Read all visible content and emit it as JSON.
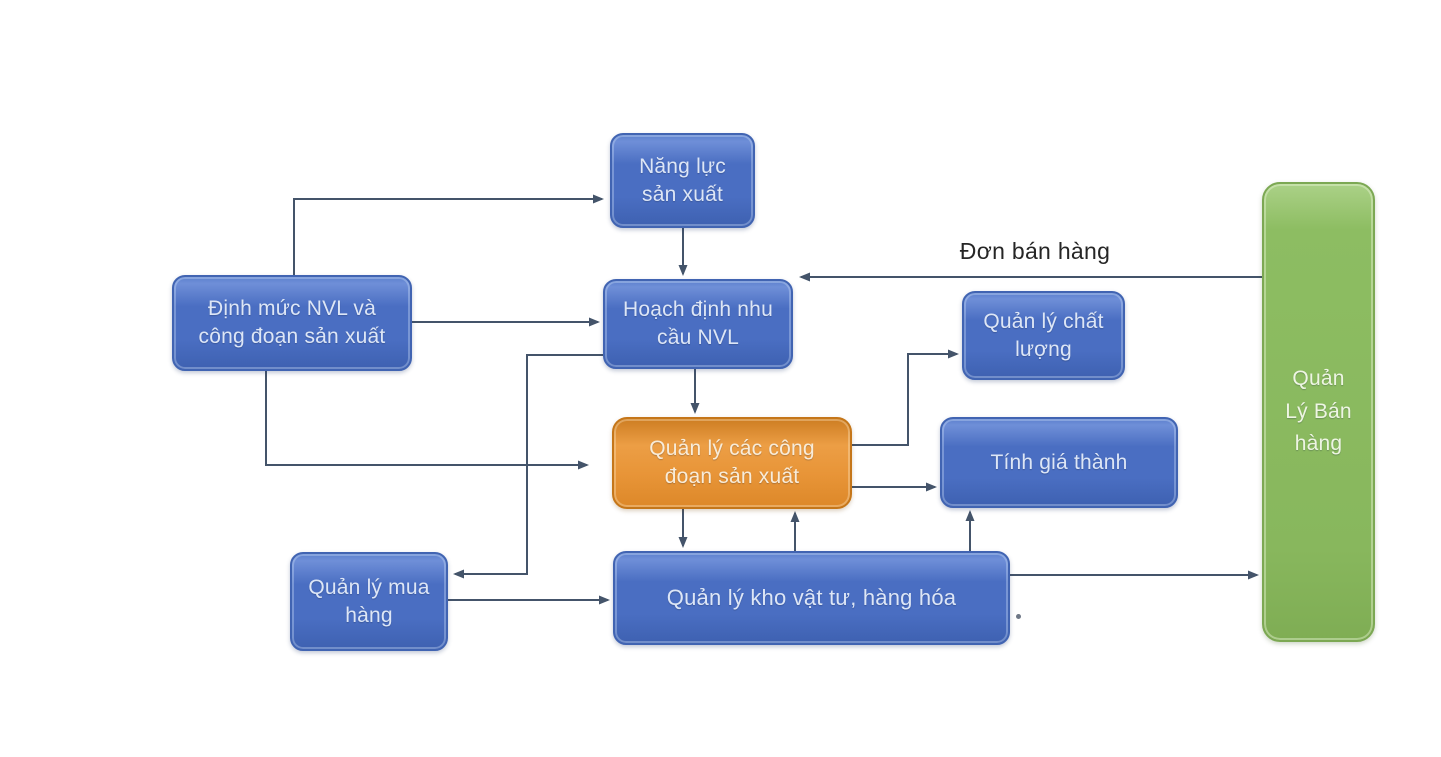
{
  "diagram": {
    "background": "#ffffff",
    "colors": {
      "node_blue": "#4a6ec2",
      "node_blue_border": "#4164b2",
      "node_orange": "#e89538",
      "node_orange_border": "#c57619",
      "node_green": "#88b75d",
      "node_green_border": "#7ca853",
      "connector": "#44546a",
      "node_text": "#e6edf8",
      "edge_label_text": "#262626"
    },
    "nodes": [
      {
        "id": "nang-luc-san-xuat",
        "label": "Năng lực sản xuất",
        "color": "blue"
      },
      {
        "id": "dinh-muc-nvl",
        "label": "Định mức NVL và công đoạn sản xuất",
        "color": "blue"
      },
      {
        "id": "hoach-dinh-nhu-cau-nvl",
        "label": "Hoạch định nhu cầu NVL",
        "color": "blue"
      },
      {
        "id": "quan-ly-cac-cong-doan-san-xuat",
        "label": "Quản lý các công đoạn sản xuất",
        "color": "orange"
      },
      {
        "id": "quan-ly-chat-luong",
        "label": "Quản lý chất lượng",
        "color": "blue"
      },
      {
        "id": "tinh-gia-thanh",
        "label": "Tính giá thành",
        "color": "blue"
      },
      {
        "id": "quan-ly-mua-hang",
        "label": "Quản lý mua hàng",
        "color": "blue"
      },
      {
        "id": "quan-ly-kho-vat-tu-hang-hoa",
        "label": "Quản lý kho vật tư,  hàng hóa",
        "color": "blue"
      },
      {
        "id": "quan-ly-ban-hang",
        "label": "Quản Lý Bán hàng",
        "color": "green"
      }
    ],
    "edge_label": "Đơn bán hàng",
    "edges": [
      {
        "from": "dinh-muc-nvl",
        "to": "nang-luc-san-xuat"
      },
      {
        "from": "nang-luc-san-xuat",
        "to": "hoach-dinh-nhu-cau-nvl"
      },
      {
        "from": "dinh-muc-nvl",
        "to": "hoach-dinh-nhu-cau-nvl"
      },
      {
        "from": "hoach-dinh-nhu-cau-nvl",
        "to": "quan-ly-mua-hang"
      },
      {
        "from": "dinh-muc-nvl",
        "to": "quan-ly-cac-cong-doan-san-xuat"
      },
      {
        "from": "hoach-dinh-nhu-cau-nvl",
        "to": "quan-ly-cac-cong-doan-san-xuat"
      },
      {
        "from": "quan-ly-cac-cong-doan-san-xuat",
        "to": "quan-ly-chat-luong"
      },
      {
        "from": "quan-ly-cac-cong-doan-san-xuat",
        "to": "tinh-gia-thanh"
      },
      {
        "from": "quan-ly-cac-cong-doan-san-xuat",
        "to": "quan-ly-kho-vat-tu-hang-hoa"
      },
      {
        "from": "quan-ly-kho-vat-tu-hang-hoa",
        "to": "quan-ly-cac-cong-doan-san-xuat"
      },
      {
        "from": "quan-ly-kho-vat-tu-hang-hoa",
        "to": "tinh-gia-thanh"
      },
      {
        "from": "quan-ly-mua-hang",
        "to": "quan-ly-kho-vat-tu-hang-hoa"
      },
      {
        "from": "quan-ly-kho-vat-tu-hang-hoa",
        "to": "quan-ly-ban-hang"
      },
      {
        "from": "quan-ly-ban-hang",
        "to": "hoach-dinh-nhu-cau-nvl",
        "label": "Đơn bán hàng"
      }
    ]
  }
}
